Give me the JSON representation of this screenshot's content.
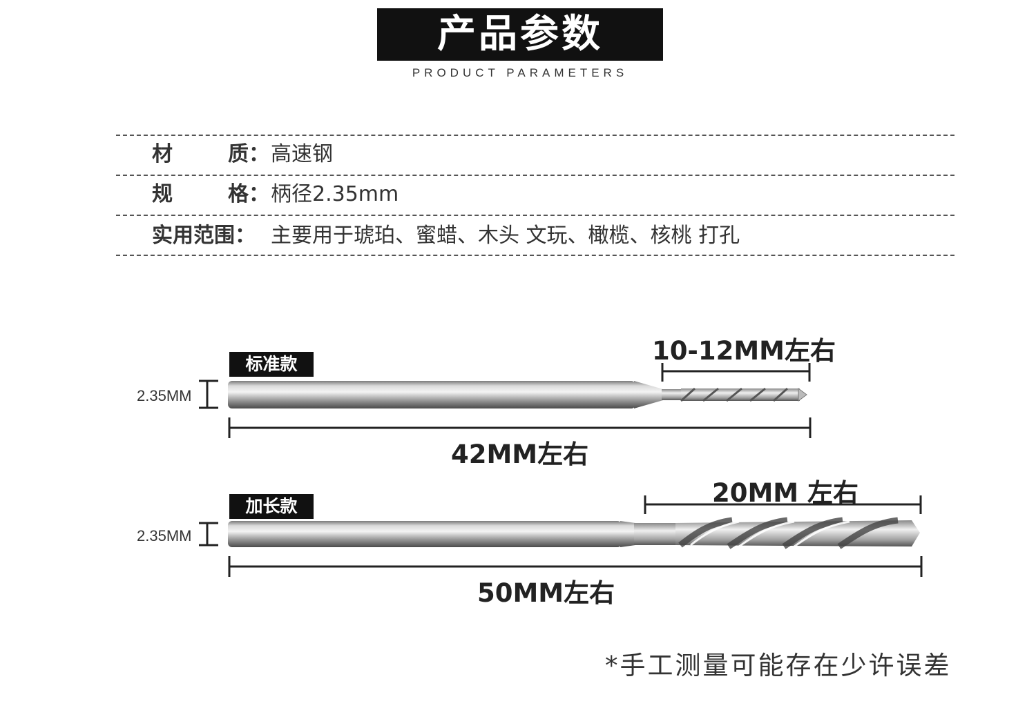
{
  "header": {
    "title": "产品参数",
    "subtitle": "PRODUCT PARAMETERS"
  },
  "params": [
    {
      "label_chars": [
        "材",
        "质："
      ],
      "value": "高速钢"
    },
    {
      "label_chars": [
        "规",
        "格："
      ],
      "value": "柄径2.35mm"
    },
    {
      "label": "实用范围：",
      "value": "主要用于琥珀、蜜蜡、木头 文玩、橄榄、核桃 打孔"
    }
  ],
  "variants": [
    {
      "badge": "标准款",
      "shank_dim": "2.35MM",
      "tip_length": "10-12MM左右",
      "total_length": "42MM左右"
    },
    {
      "badge": "加长款",
      "shank_dim": "2.35MM",
      "tip_length": "20MM 左右",
      "total_length": "50MM左右"
    }
  ],
  "footnote": "*手工测量可能存在少许误差"
}
